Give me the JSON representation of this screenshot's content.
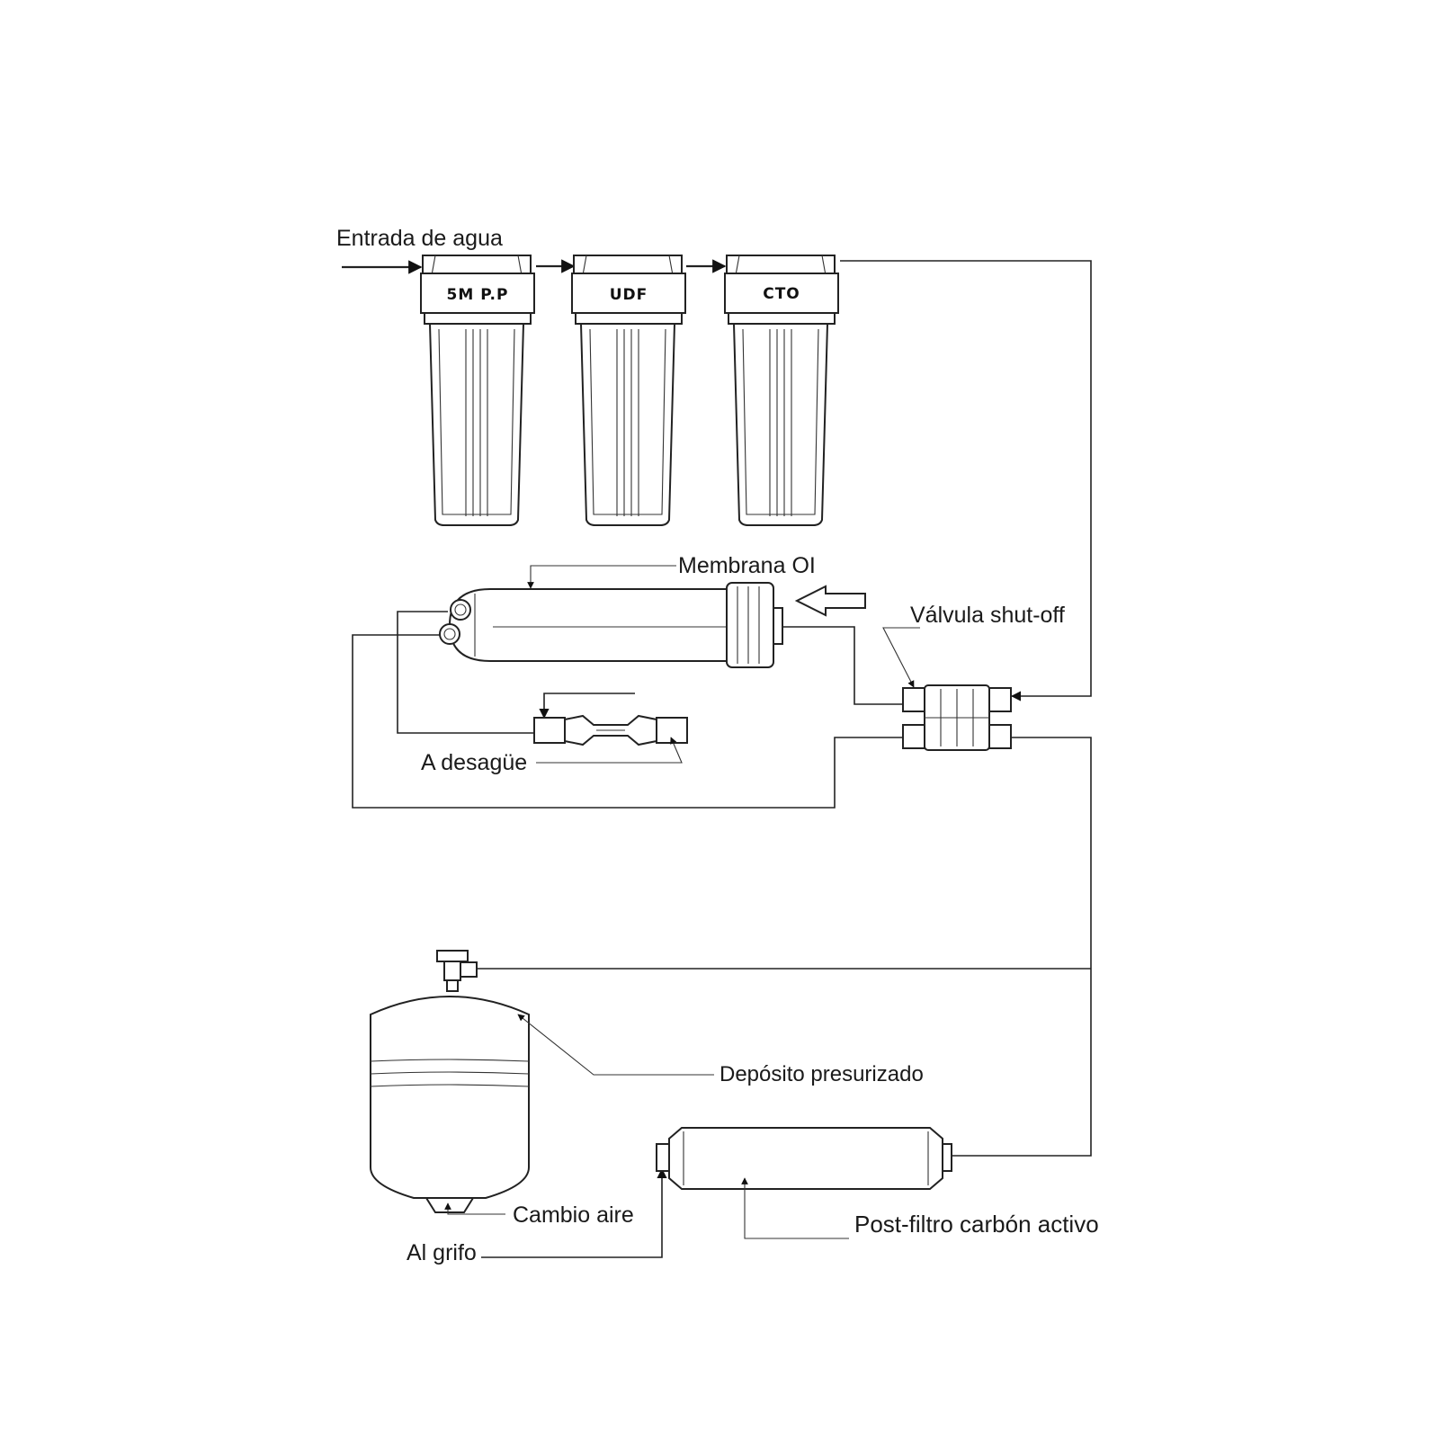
{
  "filters": {
    "f1": "5M P.P",
    "f2": "UDF",
    "f3": "CTO"
  },
  "labels": {
    "water_inlet": "Entrada de agua",
    "ro_membrane": "Membrana OI",
    "shutoff_valve": "Válvula shut-off",
    "to_drain": "A desagüe",
    "pressure_tank": "Depósito presurizado",
    "air_change": "Cambio aire",
    "to_faucet": "Al grifo",
    "post_filter": "Post-filtro carbón activo"
  }
}
